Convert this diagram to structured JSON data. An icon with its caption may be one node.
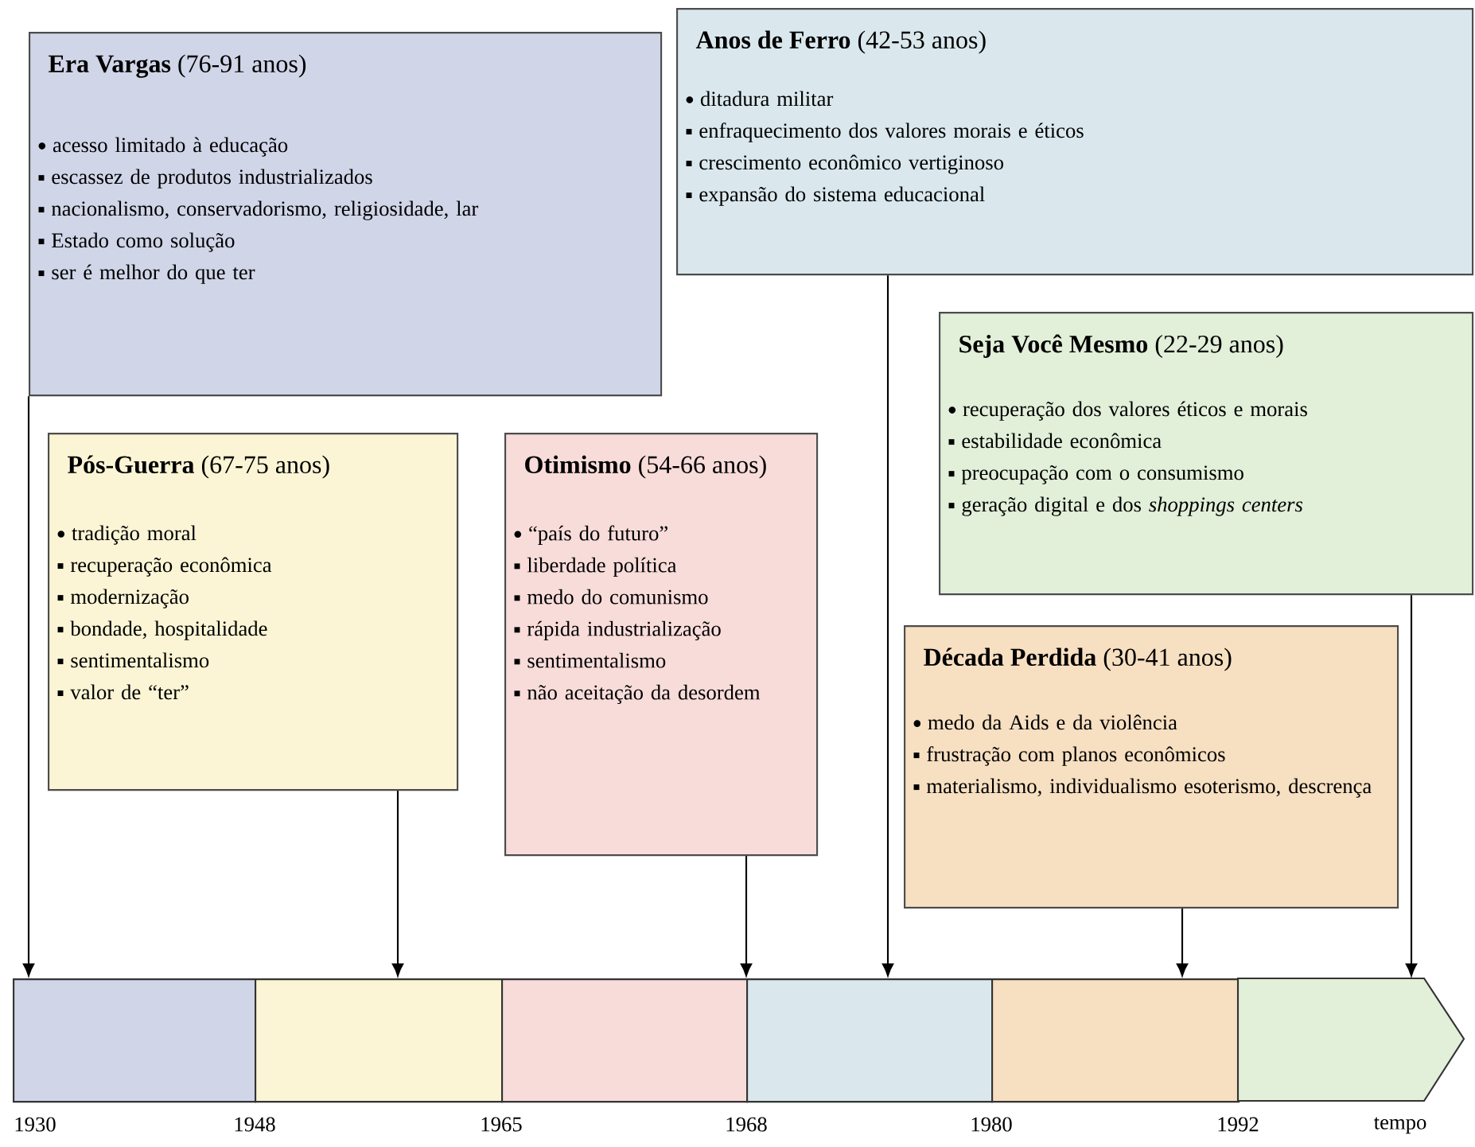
{
  "diagram": {
    "nodes": [
      {
        "text": [
          "**Era Vargas** (76-91 anos)",
          "acesso limitado à educação",
          "escassez de produtos industrializados",
          "nacionalismo, conservadorismo, religiosidade, lar",
          "Estado como solução",
          "ser é melhor do que ter"
        ]
      },
      {
        "text": [
          "**Anos de Ferro** (42-53 anos)",
          "ditadura militar",
          "enfraquecimento dos valores morais e éticos",
          "crescimento econômico vertiginoso",
          "expansão do sistema educacional"
        ]
      },
      {
        "text": [
          "**Seja Você Mesmo** (22-29 anos)",
          "recuperação dos valores éticos e morais",
          "estabilidade econômica",
          "preocupação com o consumismo",
          "geração digital e dos *shoppings centers*"
        ]
      },
      {
        "text": [
          "**Pós-Guerra** (67-75 anos)",
          "tradição moral",
          "recuperação econômica",
          "modernização",
          "bondade, hospitalidade",
          "sentimentalismo",
          "valor de “ter”"
        ]
      },
      {
        "text": [
          "**Otimismo** (54-66 anos)",
          "“país do futuro”",
          "liberdade política",
          "medo do comunismo",
          "rápida industrialização",
          "sentimentalismo",
          "não aceitação da desordem"
        ]
      },
      {
        "text": [
          "**Década Perdida** (30-41 anos)",
          "medo da Aids e da violência",
          "frustração com planos econômicos",
          "materialismo, individualismo esoterismo, descrença"
        ]
      },
      {
        "text": [],
        "shape": "bar"
      },
      {
        "text": [],
        "shape": "bar"
      },
      {
        "text": [],
        "shape": "bar"
      },
      {
        "text": [],
        "shape": "bar"
      },
      {
        "text": [],
        "shape": "bar"
      },
      {
        "text": [],
        "shape": "arrow"
      }
    ],
    "edges": [
      {
        "from": 0,
        "to": 6,
        "arrow": "to"
      },
      {
        "from": 3,
        "to": 7,
        "arrow": "to"
      },
      {
        "from": 4,
        "to": 8,
        "arrow": "to"
      },
      {
        "from": 1,
        "to": 9,
        "arrow": "to"
      },
      {
        "from": 5,
        "to": 10,
        "arrow": "to"
      },
      {
        "from": 2,
        "to": 11,
        "arrow": "to"
      }
    ],
    "labels": [
      "1930",
      "1948",
      "1965",
      "1968",
      "1980",
      "1992",
      "tempo"
    ]
  }
}
